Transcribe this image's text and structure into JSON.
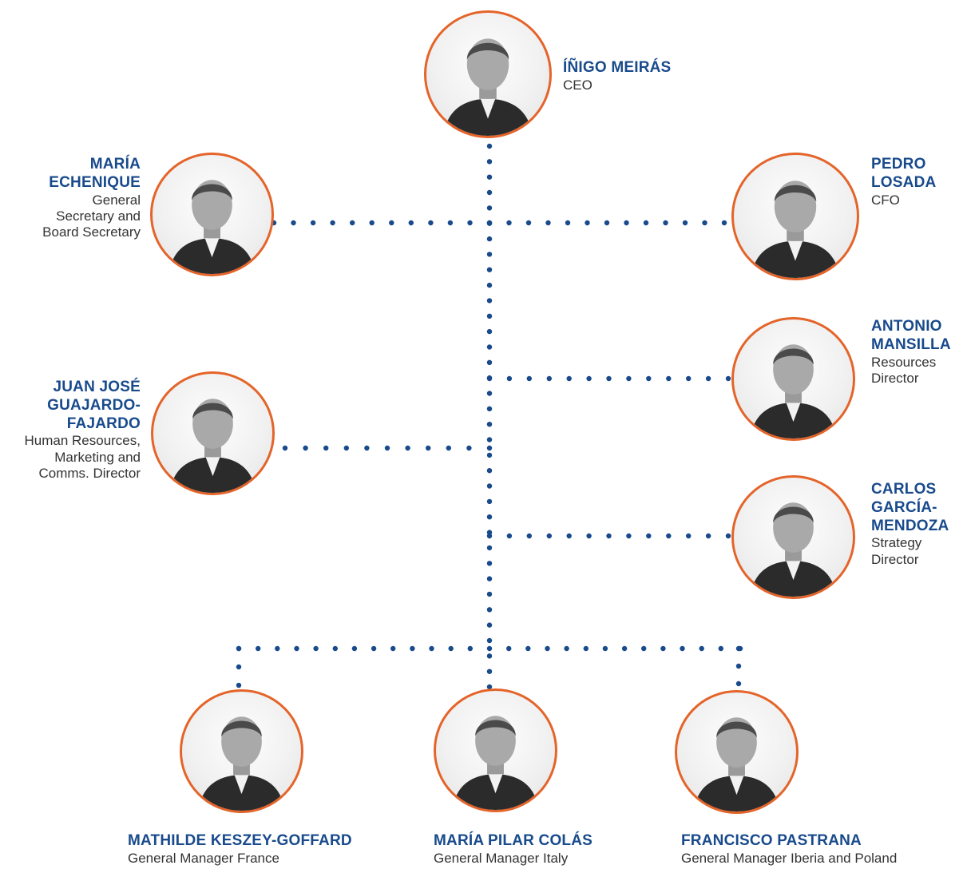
{
  "colors": {
    "name_text": "#184a8c",
    "role_text": "#333333",
    "photo_ring": "#e4642a",
    "connector_dots": "#184a8c"
  },
  "people": {
    "ceo": {
      "name": "ÍÑIGO MEIRÁS",
      "role": "CEO"
    },
    "general_secretary": {
      "name_lines": [
        "MARÍA",
        "ECHENIQUE"
      ],
      "role_lines": [
        "General",
        "Secretary and",
        "Board Secretary"
      ]
    },
    "cfo": {
      "name_lines": [
        "PEDRO",
        "LOSADA"
      ],
      "role": "CFO"
    },
    "resources_director": {
      "name_lines": [
        "ANTONIO",
        "MANSILLA"
      ],
      "role_lines": [
        "Resources",
        "Director"
      ]
    },
    "hr_director": {
      "name_lines": [
        "JUAN JOSÉ",
        "GUAJARDO-",
        "FAJARDO"
      ],
      "role_lines": [
        "Human Resources,",
        "Marketing and",
        "Comms. Director"
      ]
    },
    "strategy_director": {
      "name_lines": [
        "CARLOS",
        "GARCÍA-",
        "MENDOZA"
      ],
      "role_lines": [
        "Strategy",
        "Director"
      ]
    },
    "gm_france": {
      "name": "MATHILDE KESZEY-GOFFARD",
      "role": "General Manager France"
    },
    "gm_italy": {
      "name": "MARÍA PILAR COLÁS",
      "role": "General Manager Italy"
    },
    "gm_iberia_poland": {
      "name": "FRANCISCO PASTRANA",
      "role": "General Manager Iberia and Poland"
    }
  }
}
